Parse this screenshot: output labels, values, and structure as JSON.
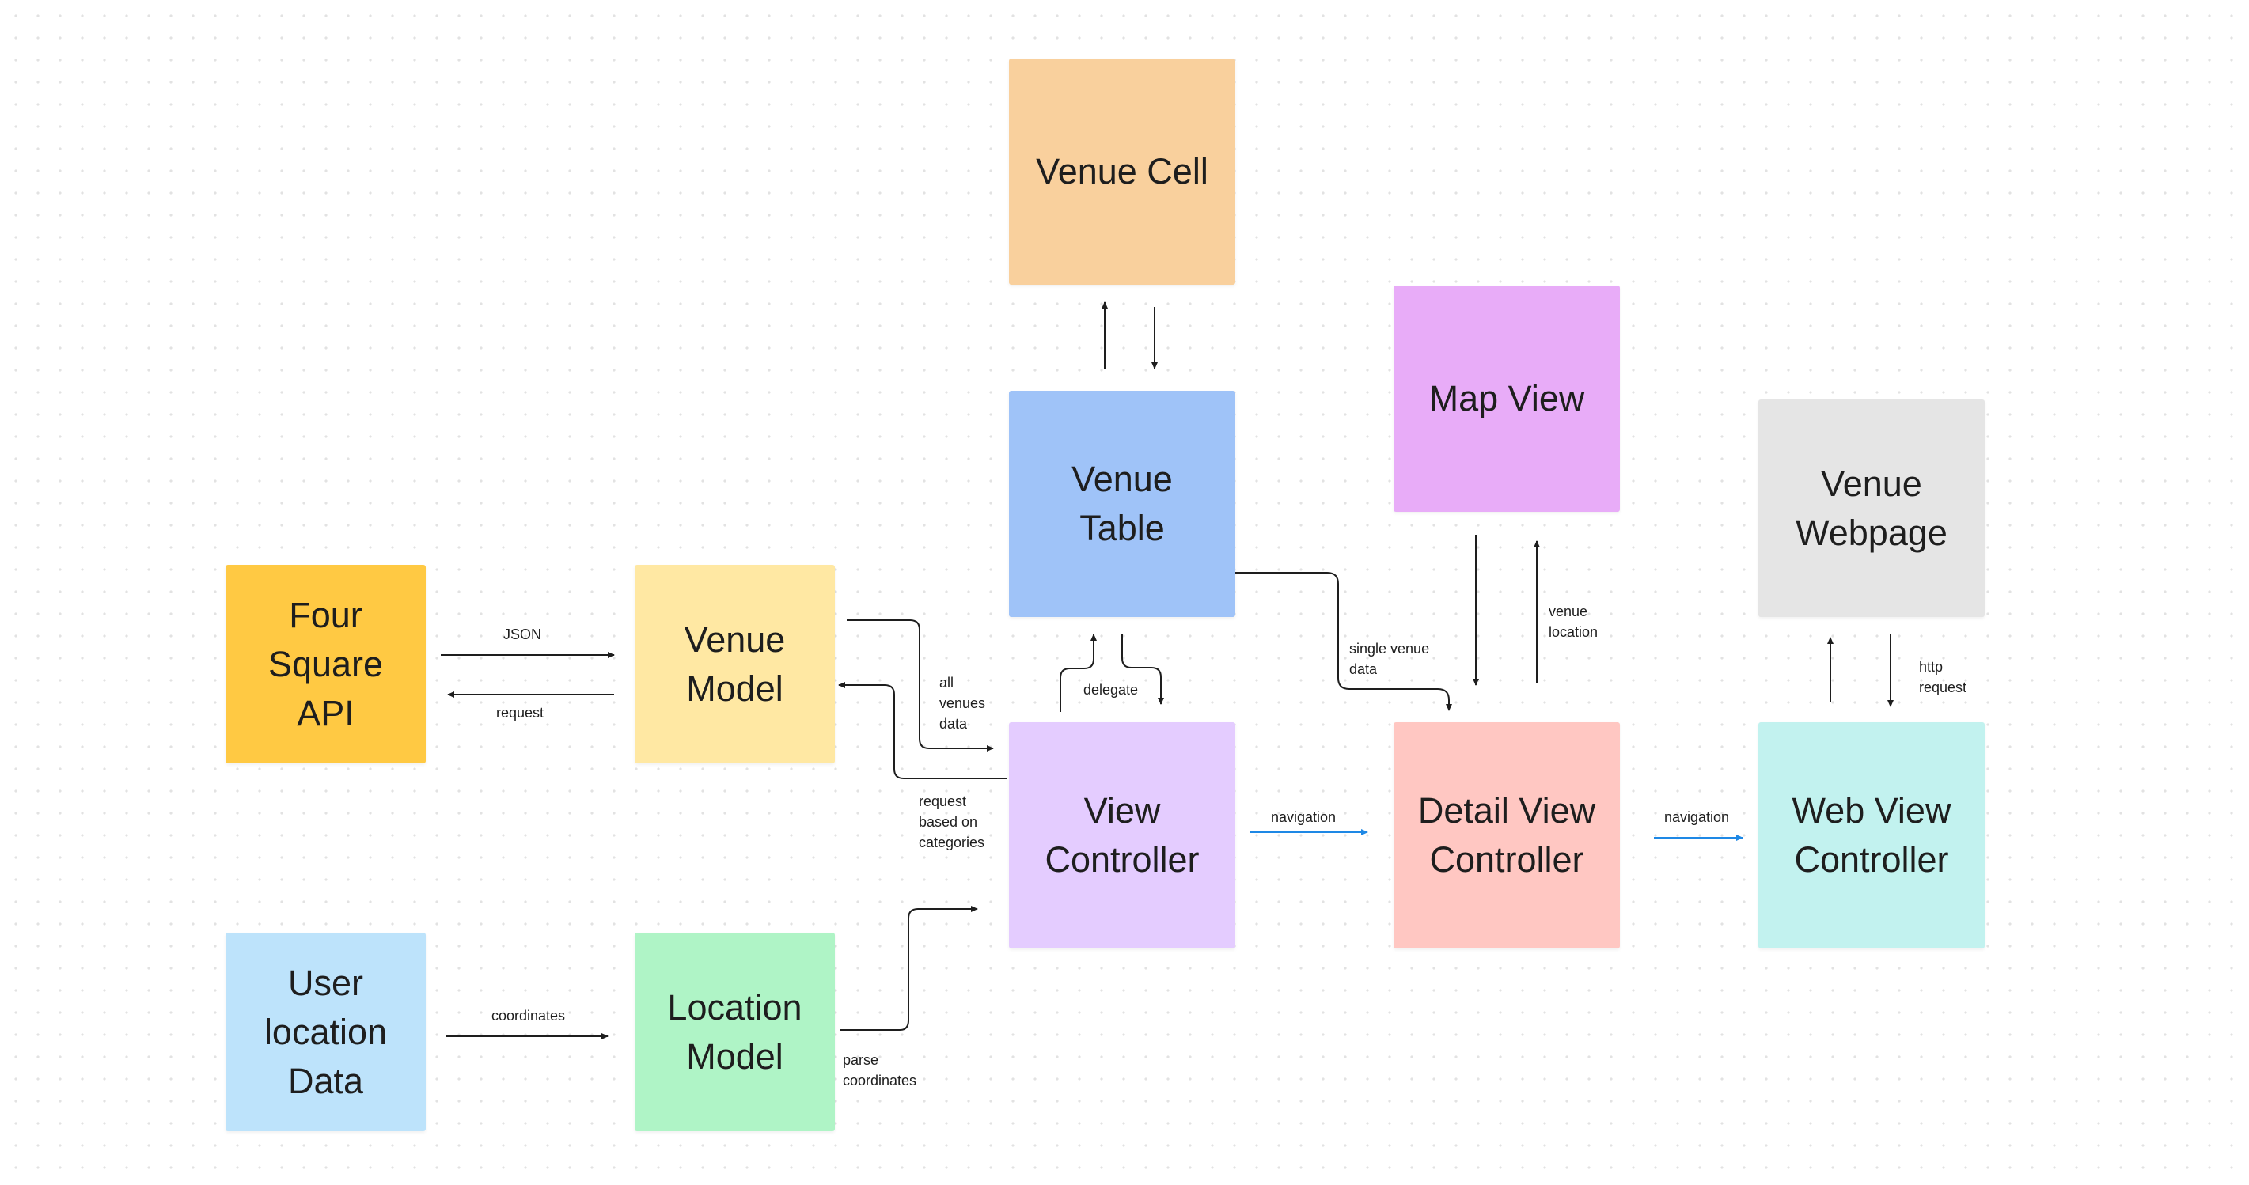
{
  "nodes": {
    "four_square_api": {
      "label": "Four\nSquare\nAPI",
      "color": "#ffc943"
    },
    "venue_model": {
      "label": "Venue\nModel",
      "color": "#ffe8a3"
    },
    "user_location_data": {
      "label": "User\nlocation\nData",
      "color": "#bde3fb"
    },
    "location_model": {
      "label": "Location\nModel",
      "color": "#aff4c6"
    },
    "venue_cell": {
      "label": "Venue Cell",
      "color": "#f9d09d"
    },
    "venue_table": {
      "label": "Venue\nTable",
      "color": "#9fc3f8"
    },
    "view_controller": {
      "label": "View\nController",
      "color": "#e4ccff"
    },
    "map_view": {
      "label": "Map View",
      "color": "#e8acf8"
    },
    "detail_view_controller": {
      "label": "Detail View\nController",
      "color": "#ffc7c2"
    },
    "venue_webpage": {
      "label": "Venue\nWebpage",
      "color": "#e5e5e5"
    },
    "web_view_controller": {
      "label": "Web View\nController",
      "color": "#c2f2ef"
    }
  },
  "edge_labels": {
    "json": "JSON",
    "request": "request",
    "coordinates": "coordinates",
    "parse_coordinates": "parse\ncoordinates",
    "all_venues_data": "all\nvenues\ndata",
    "request_based_on_categories": "request\nbased on\ncategories",
    "delegate": "delegate",
    "single_venue_data": "single venue\ndata",
    "venue_location": "venue\nlocation",
    "navigation_1": "navigation",
    "navigation_2": "navigation",
    "http_request": "http\nrequest"
  },
  "colors": {
    "connector": "#1e1e1e",
    "navigation_connector": "#1e88e5",
    "canvas_dot": "#e2e2e2"
  }
}
